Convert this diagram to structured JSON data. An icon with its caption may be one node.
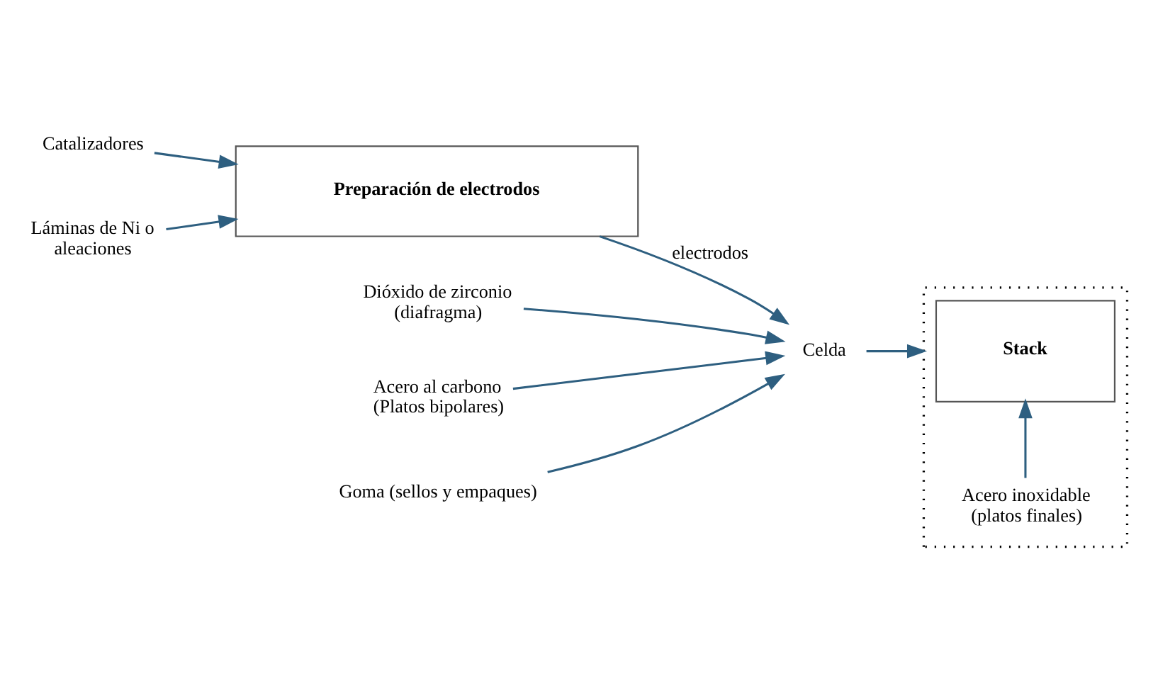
{
  "diagram": {
    "nodes": [
      {
        "text": [
          "Catalizadores"
        ]
      },
      {
        "text": [
          "Láminas de Ni o aleaciones"
        ]
      },
      {
        "text": [
          "Preparación de electrodos"
        ]
      },
      {
        "text": [
          "Celda"
        ]
      },
      {
        "text": [],
        "shape": "box"
      },
      {
        "text": [
          "Stack"
        ],
        "in": 4
      },
      {
        "text": [
          "Acero inoxidable (platos finales)"
        ],
        "in": 4
      },
      {
        "text": [
          "Dióxido de zirconio (diafragma)"
        ]
      },
      {
        "text": [
          "Acero al carbono (Platos bipolares)"
        ]
      },
      {
        "text": [
          "Goma (sellos y empaques)"
        ]
      }
    ],
    "edges": [
      {
        "from": 0,
        "to": 2,
        "arrow": "to"
      },
      {
        "from": 1,
        "to": 2,
        "arrow": "to"
      },
      {
        "from": 2,
        "to": 3,
        "arrow": "to",
        "label": "electrodos"
      },
      {
        "from": 3,
        "to": 4,
        "arrow": "to"
      },
      {
        "from": 6,
        "to": 5,
        "arrow": "to"
      },
      {
        "from": 7,
        "to": 3,
        "arrow": "to"
      },
      {
        "from": 8,
        "to": 3,
        "arrow": "to"
      },
      {
        "from": 9,
        "to": 3,
        "arrow": "to"
      }
    ]
  }
}
